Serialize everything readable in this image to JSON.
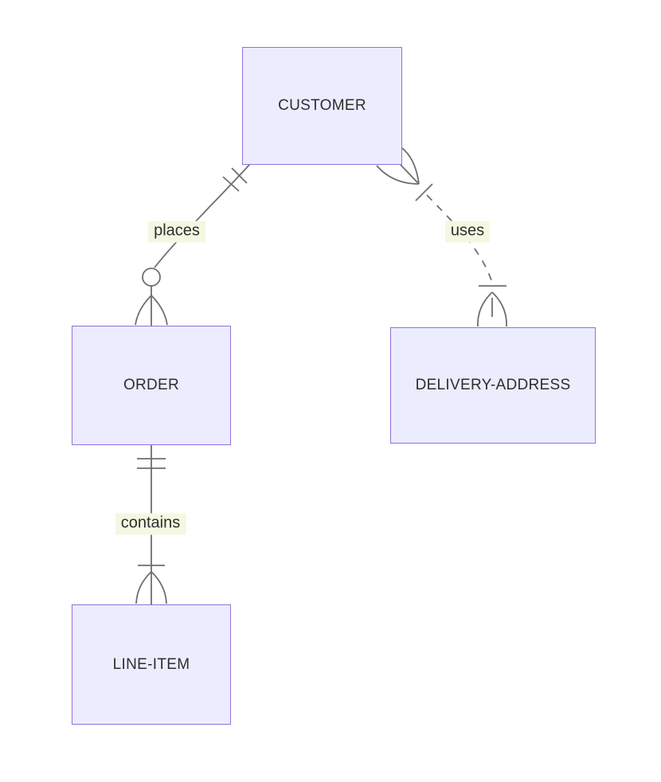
{
  "diagram": {
    "kind": "entity-relationship-diagram",
    "entities": [
      {
        "id": "customer",
        "name": "CUSTOMER"
      },
      {
        "id": "order",
        "name": "ORDER"
      },
      {
        "id": "delivery-address",
        "name": "DELIVERY-ADDRESS"
      },
      {
        "id": "line-item",
        "name": "LINE-ITEM"
      }
    ],
    "relationships": [
      {
        "from": "CUSTOMER",
        "to": "ORDER",
        "label": "places",
        "from_cardinality": "exactly-one",
        "to_cardinality": "zero-or-more",
        "line_style": "solid"
      },
      {
        "from": "CUSTOMER",
        "to": "DELIVERY-ADDRESS",
        "label": "uses",
        "from_cardinality": "one-or-more",
        "to_cardinality": "one-or-more",
        "line_style": "dashed"
      },
      {
        "from": "ORDER",
        "to": "LINE-ITEM",
        "label": "contains",
        "from_cardinality": "exactly-one",
        "to_cardinality": "one-or-more",
        "line_style": "solid"
      }
    ]
  },
  "theme": {
    "entity_fill": "#ECECFF",
    "entity_border": "#9370DB",
    "line_color": "#6e6e6e",
    "label_background": "#f4f8e2",
    "text_color": "#2e2e2e",
    "canvas_background": "#ffffff"
  }
}
